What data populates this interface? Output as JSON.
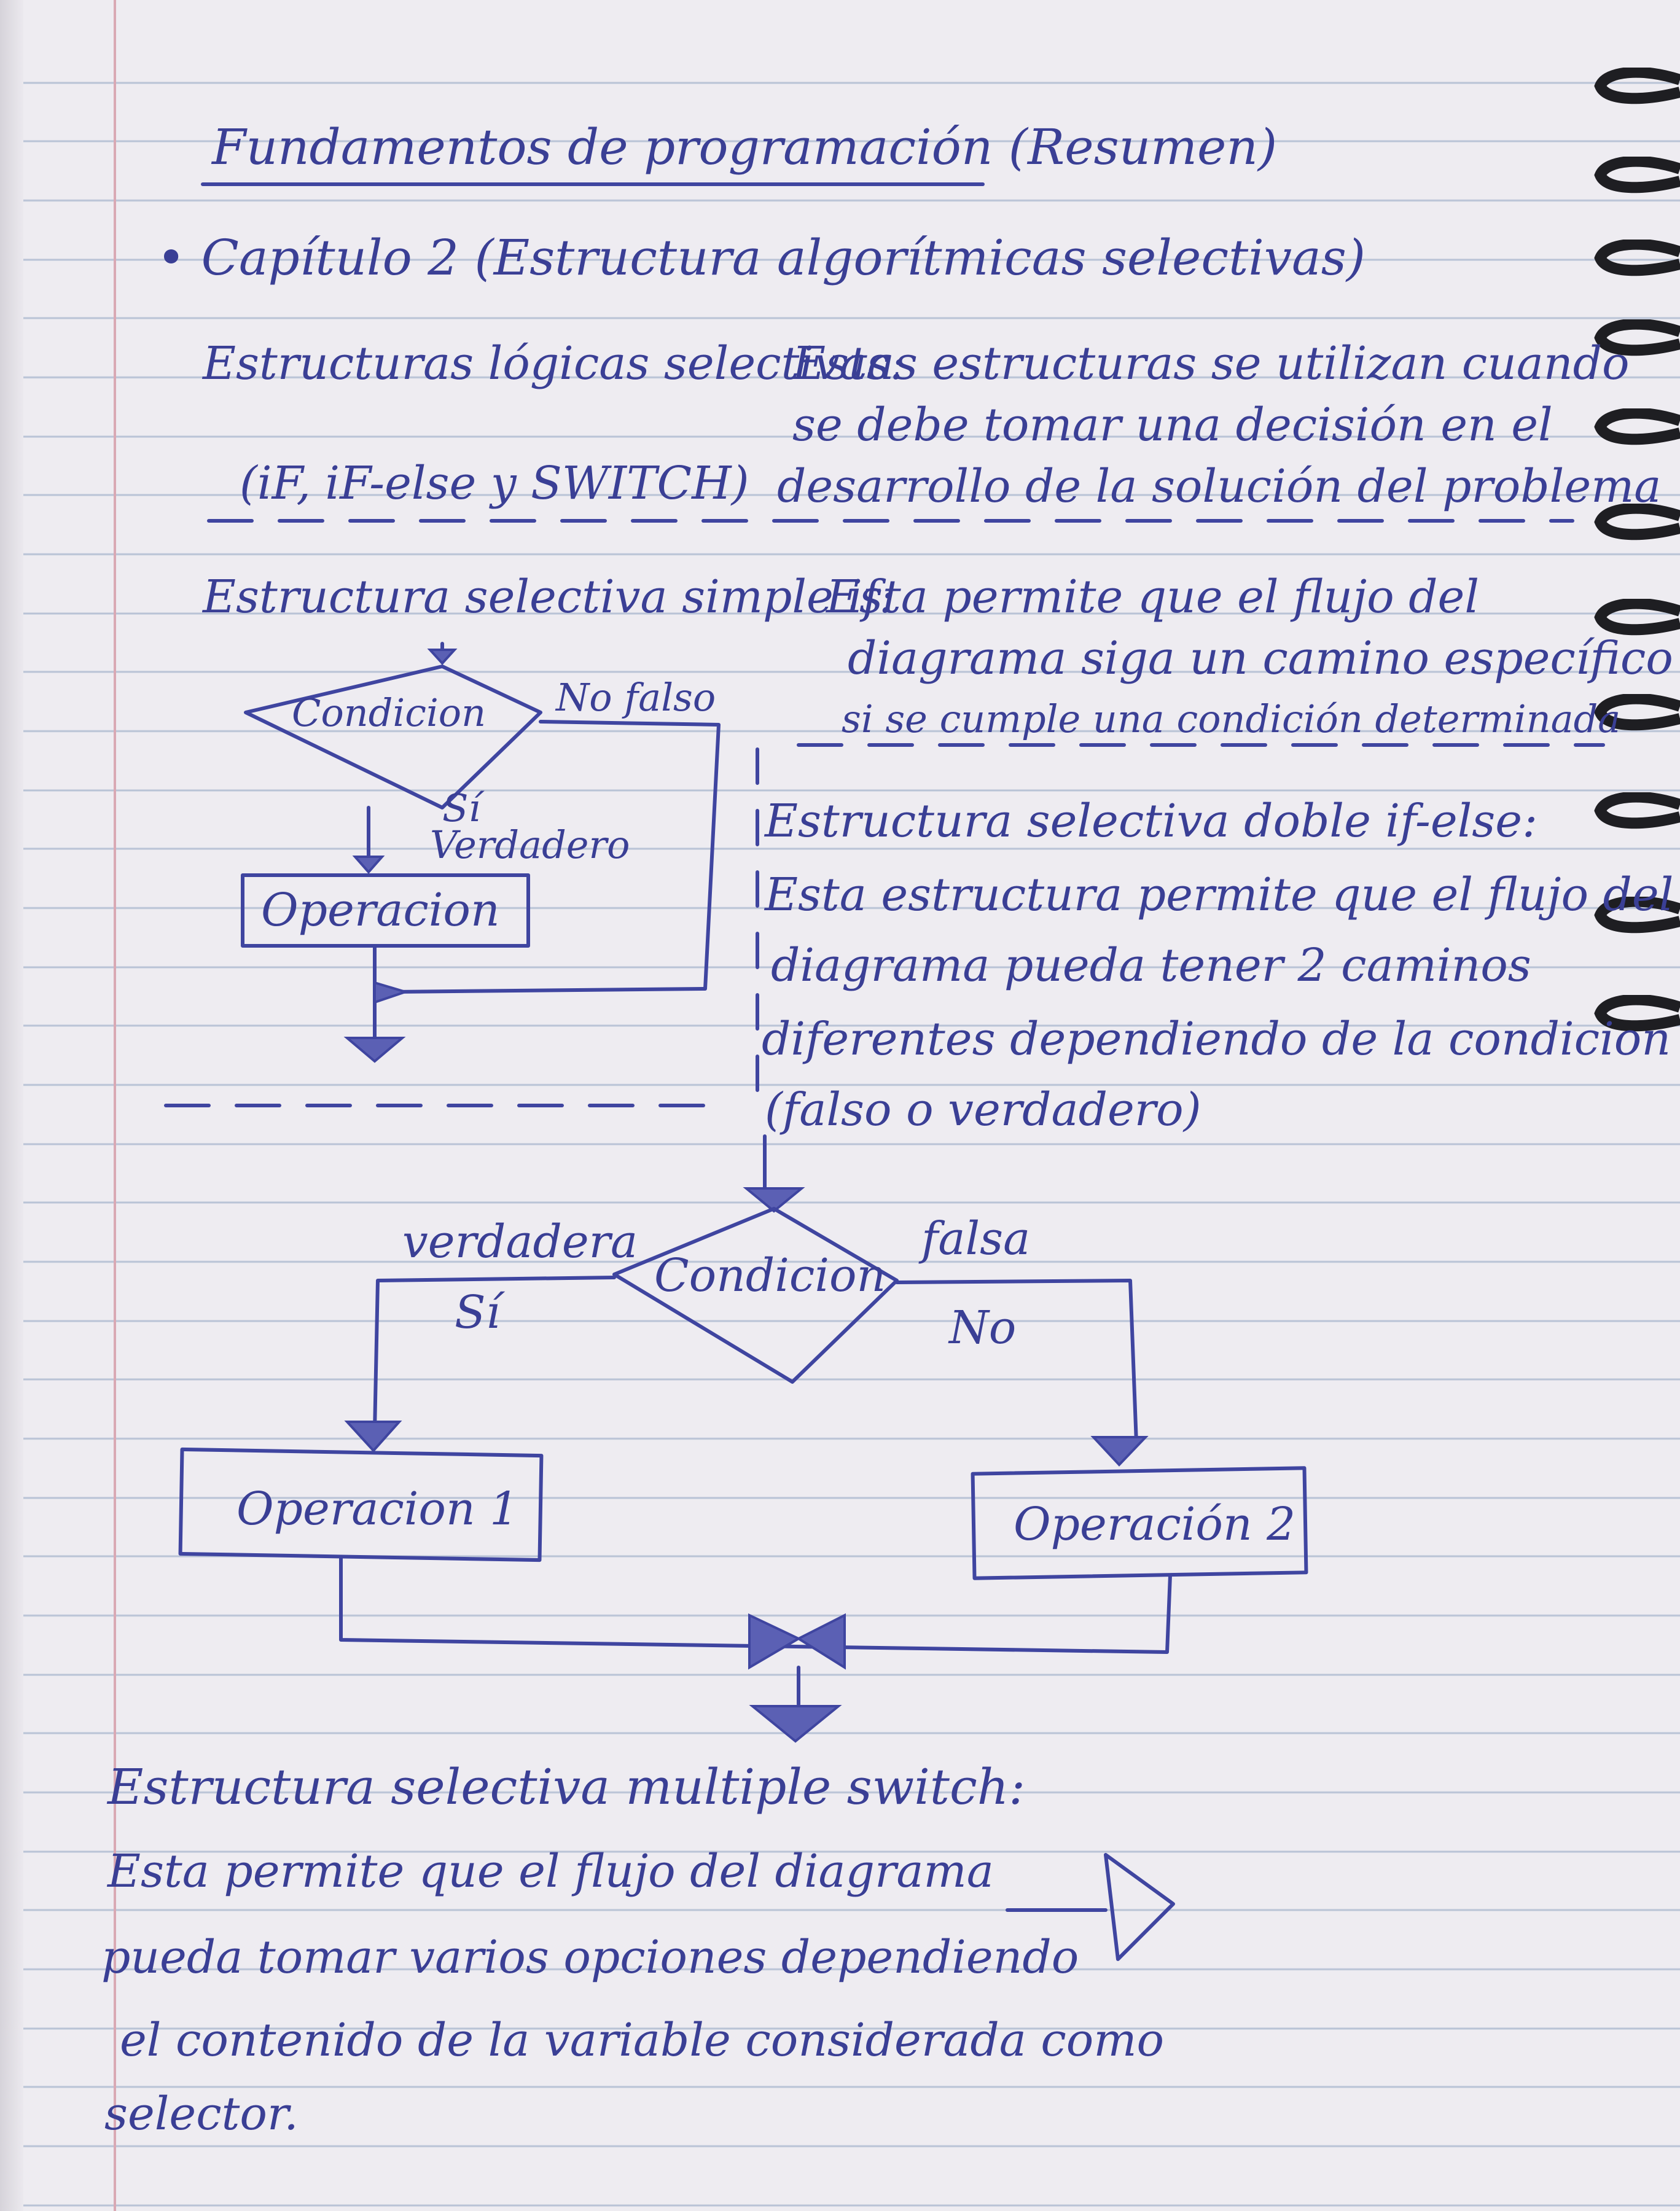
{
  "title": "Fundamentos de programación (Resumen)",
  "chapter": "• Capítulo 2 (Estructura algorítmicas selectivas)",
  "section1": {
    "heading": "Estructuras lógicas selectivas:",
    "text_lines": [
      "Estas estructuras se utilizan cuando",
      "se debe tomar una decisión en el",
      "desarrollo de la solución del problema"
    ],
    "types": "(iF, iF-else y SWITCH)"
  },
  "section2": {
    "heading": "Estructura selectiva simple if:",
    "text_lines": [
      "Esta permite que el flujo del",
      "diagrama siga un camino específico",
      "si se cumple una condición determinada"
    ],
    "diagram": {
      "condition": "Condicion",
      "false_label": "No falso",
      "true_label_1": "Sí",
      "true_label_2": "Verdadero",
      "operation": "Operacion"
    }
  },
  "section3": {
    "heading": "Estructura selectiva doble if-else:",
    "text_lines": [
      "Esta estructura permite que el flujo del",
      "diagrama pueda tener 2 caminos",
      "diferentes dependiendo de la condicion",
      "(falso o verdadero)"
    ],
    "diagram": {
      "condition": "Condicion",
      "true_label": "verdadera",
      "true_short": "Sí",
      "false_label": "falsa",
      "false_short": "No",
      "operation_1": "Operacion 1",
      "operation_2": "Operación 2"
    }
  },
  "section4": {
    "heading": "Estructura selectiva multiple switch:",
    "text_lines": [
      "Esta permite que el flujo del diagrama",
      "pueda tomar varios opciones dependiendo",
      "el contenido de la variable considerada como",
      "selector."
    ]
  },
  "colors": {
    "ink": "#3a3f95",
    "paper": "#eeecf1",
    "rule": "#b9c3d6",
    "margin": "#d9a9b4"
  }
}
